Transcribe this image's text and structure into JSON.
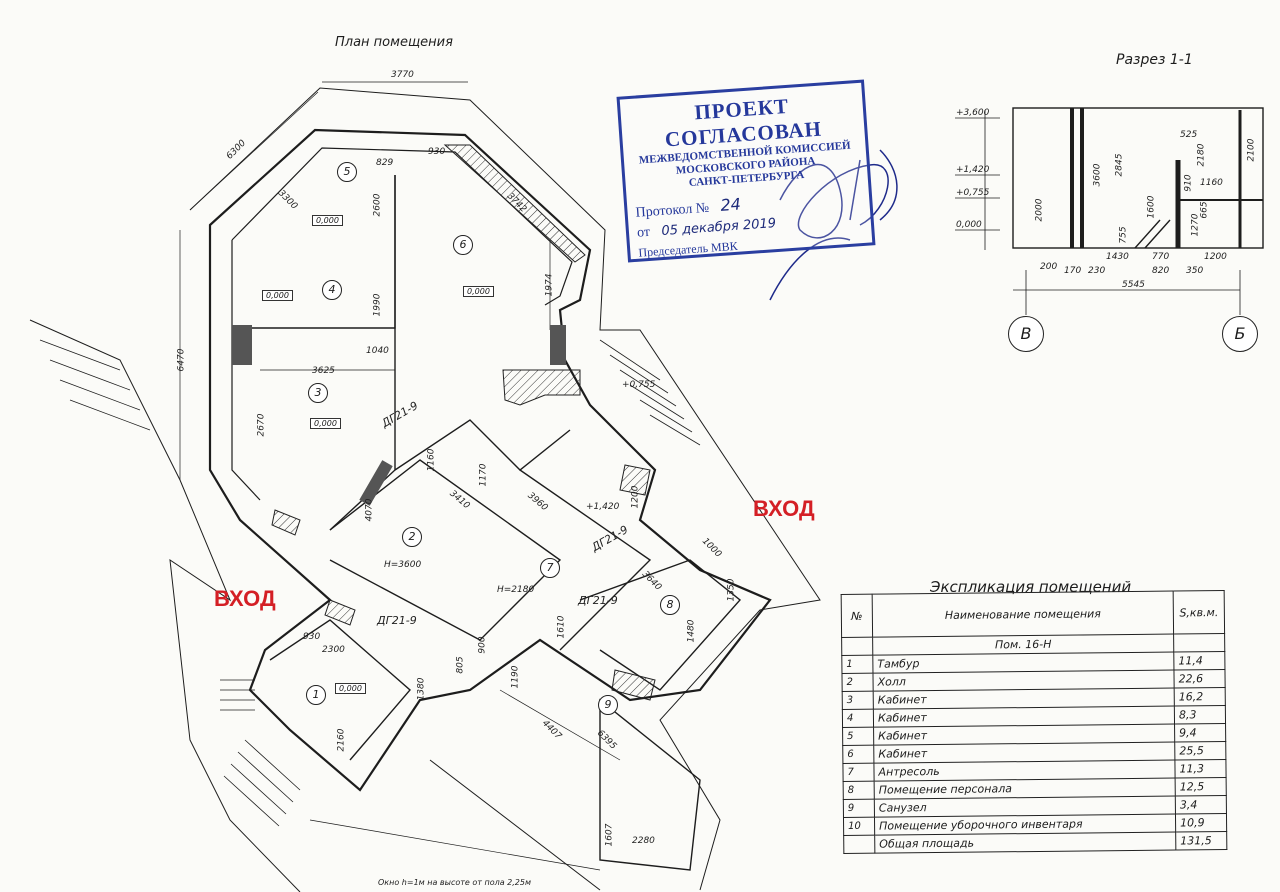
{
  "plan_title": "План помещения",
  "section_title": "Разрез 1-1",
  "entry_labels": [
    "ВХОД",
    "ВХОД"
  ],
  "stamp": {
    "line1": "ПРОЕКТ СОГЛАСОВАН",
    "line2": "МЕЖВЕДОМСТВЕННОЙ КОМИССИЕЙ",
    "line3": "МОСКОВСКОГО РАЙОНА",
    "line4": "САНКТ-ПЕТЕРБУРГА",
    "protocol_label": "Протокол №",
    "protocol_value": "24",
    "date_label": "от",
    "date_value": "05 декабря 2019",
    "chair_label": "Председатель МВК"
  },
  "rooms": [
    {
      "no": "1",
      "level": "0,000"
    },
    {
      "no": "2",
      "level": "H=3600"
    },
    {
      "no": "3",
      "level": "0,000"
    },
    {
      "no": "4",
      "level": "0,000"
    },
    {
      "no": "5",
      "level": "0,000"
    },
    {
      "no": "6",
      "level": "0,000"
    },
    {
      "no": "7",
      "level": "H=2180"
    },
    {
      "no": "8",
      "level": ""
    },
    {
      "no": "9",
      "level": ""
    }
  ],
  "door_labels": [
    "ДГ21-9",
    "ДГ21-9",
    "ДГ21-9",
    "ДГ21-9"
  ],
  "dimensions": [
    "3770",
    "6300",
    "3300",
    "2600",
    "1990",
    "6470",
    "3625",
    "2670",
    "3742",
    "1974",
    "829",
    "930",
    "1040",
    "4070",
    "3410",
    "3960",
    "1170",
    "1160",
    "2300",
    "930",
    "2160",
    "1380",
    "805",
    "900",
    "1190",
    "4407",
    "6395",
    "2280",
    "1607",
    "1610",
    "1480",
    "1350",
    "3640",
    "1000",
    "1200"
  ],
  "level_marks": [
    "+0,755",
    "+1,420",
    "+3,600",
    "+1,420",
    "+0,755",
    "0,000"
  ],
  "window_note": "Окно h=1м на высоте от пола 2,25м",
  "section": {
    "vert_dims": [
      "2000",
      "3600",
      "2845",
      "755",
      "1600",
      "1270",
      "665",
      "2100",
      "2180",
      "910",
      "1160",
      "525"
    ],
    "horiz_dims": [
      "200",
      "170",
      "230",
      "1430",
      "770",
      "820",
      "350",
      "1200"
    ],
    "total": "5545",
    "axis_left": "В",
    "axis_right": "Б"
  },
  "explication": {
    "title": "Экспликация помещений",
    "col_no": "№",
    "col_name": "Наименование помещения",
    "col_area": "S,кв.м.",
    "group": "Пом. 16-Н",
    "rows": [
      {
        "no": "1",
        "name": "Тамбур",
        "area": "11,4"
      },
      {
        "no": "2",
        "name": "Холл",
        "area": "22,6"
      },
      {
        "no": "3",
        "name": "Кабинет",
        "area": "16,2"
      },
      {
        "no": "4",
        "name": "Кабинет",
        "area": "8,3"
      },
      {
        "no": "5",
        "name": "Кабинет",
        "area": "9,4"
      },
      {
        "no": "6",
        "name": "Кабинет",
        "area": "25,5"
      },
      {
        "no": "7",
        "name": "Антресоль",
        "area": "11,3"
      },
      {
        "no": "8",
        "name": "Помещение персонала",
        "area": "12,5"
      },
      {
        "no": "9",
        "name": "Санузел",
        "area": "3,4"
      },
      {
        "no": "10",
        "name": "Помещение уборочного инвентаря",
        "area": "10,9"
      },
      {
        "no": "",
        "name": "Общая площадь",
        "area": "131,5"
      }
    ]
  },
  "colors": {
    "ink": "#1d1d1d",
    "stamp": "#2a3ea0",
    "entry": "#d41f25",
    "wall_fill": "#555555"
  }
}
